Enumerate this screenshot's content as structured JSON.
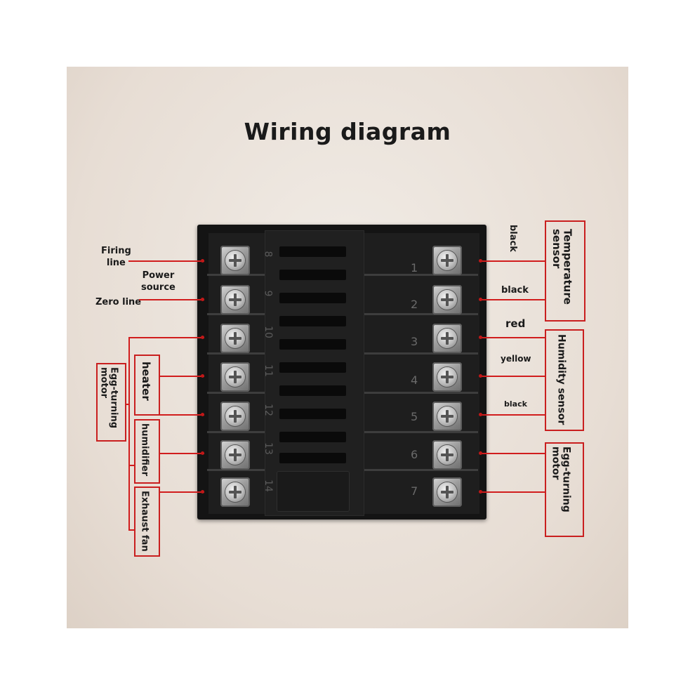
{
  "title": "Wiring diagram",
  "left_labels": {
    "firing_line": "Firing\nline",
    "power_source": "Power\nsource",
    "zero_line": "Zero line",
    "heater": "heater",
    "egg_turning_motor": "Egg-turning\nmotor",
    "humidifier": "humidifier",
    "exhaust_fan": "Exhaust fan"
  },
  "right_labels": {
    "temperature_sensor": "Temperature\nsensor",
    "black_1": "black",
    "black_2": "black",
    "red": "red",
    "humidity_sensor": "Humidity sensor",
    "yellow": "yellow",
    "black_3": "black",
    "egg_turning_motor": "Egg-turning\nmotor"
  },
  "terminals_right": [
    "1",
    "2",
    "3",
    "4",
    "5",
    "6",
    "7"
  ],
  "terminals_left": [
    "8",
    "9",
    "10",
    "11",
    "12",
    "13",
    "14"
  ],
  "colors": {
    "wire": "#d11d1d",
    "box": "#c91f1f",
    "device": "#141414",
    "background": "#e9e0d8"
  }
}
